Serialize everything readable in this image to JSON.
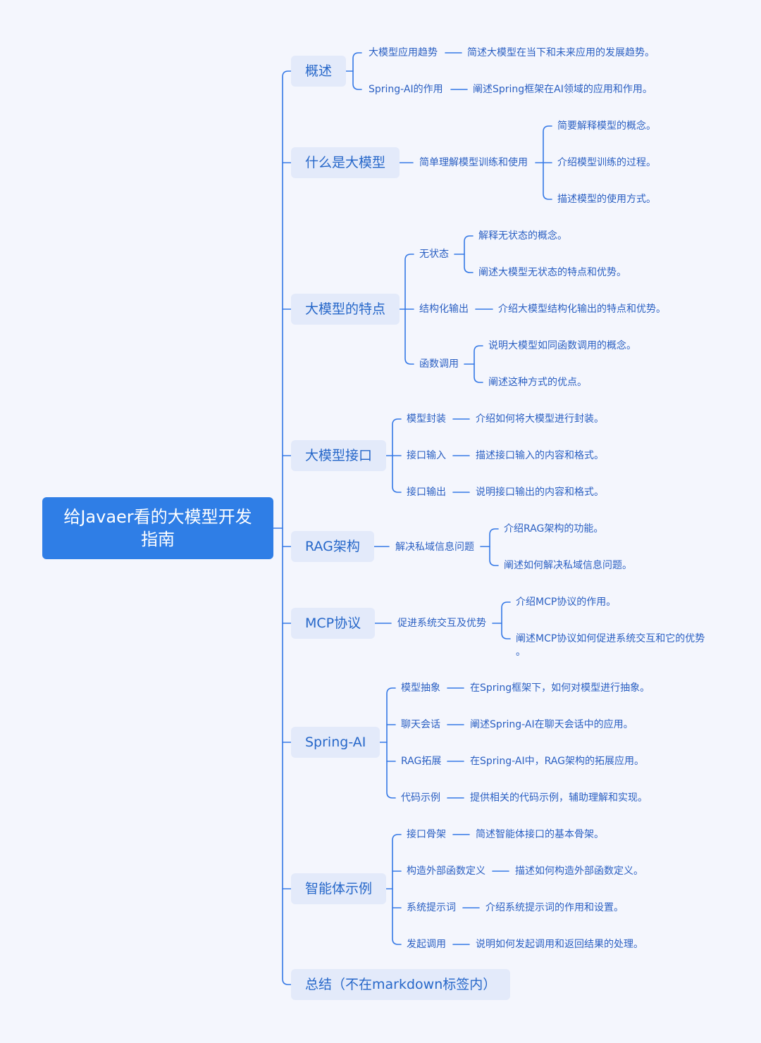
{
  "title": "给Javaer看的大模型开发指南",
  "colors": {
    "line": "#3478E6",
    "root_bg": "#2F7EE6",
    "branch_bg": "#E3EAFA",
    "text": "#2A5FC2",
    "background": "#F4F6FD"
  },
  "branches": [
    {
      "label": "概述",
      "children": [
        {
          "label": "大模型应用趋势",
          "children": [
            {
              "label": "简述大模型在当下和未来应用的发展趋势。"
            }
          ]
        },
        {
          "label": "Spring-AI的作用",
          "children": [
            {
              "label": "阐述Spring框架在AI领域的应用和作用。"
            }
          ]
        }
      ]
    },
    {
      "label": "什么是大模型",
      "children": [
        {
          "label": "简单理解模型训练和使用",
          "children": [
            {
              "label": "简要解释模型的概念。"
            },
            {
              "label": "介绍模型训练的过程。"
            },
            {
              "label": "描述模型的使用方式。"
            }
          ]
        }
      ]
    },
    {
      "label": "大模型的特点",
      "children": [
        {
          "label": "无状态",
          "children": [
            {
              "label": "解释无状态的概念。"
            },
            {
              "label": "阐述大模型无状态的特点和优势。"
            }
          ]
        },
        {
          "label": "结构化输出",
          "children": [
            {
              "label": "介绍大模型结构化输出的特点和优势。"
            }
          ]
        },
        {
          "label": "函数调用",
          "children": [
            {
              "label": "说明大模型如同函数调用的概念。"
            },
            {
              "label": "阐述这种方式的优点。"
            }
          ]
        }
      ]
    },
    {
      "label": "大模型接口",
      "children": [
        {
          "label": "模型封装",
          "children": [
            {
              "label": "介绍如何将大模型进行封装。"
            }
          ]
        },
        {
          "label": "接口输入",
          "children": [
            {
              "label": "描述接口输入的内容和格式。"
            }
          ]
        },
        {
          "label": "接口输出",
          "children": [
            {
              "label": "说明接口输出的内容和格式。"
            }
          ]
        }
      ]
    },
    {
      "label": "RAG架构",
      "children": [
        {
          "label": "解决私域信息问题",
          "children": [
            {
              "label": "介绍RAG架构的功能。"
            },
            {
              "label": "阐述如何解决私域信息问题。"
            }
          ]
        }
      ]
    },
    {
      "label": "MCP协议",
      "children": [
        {
          "label": "促进系统交互及优势",
          "children": [
            {
              "label": "介绍MCP协议的作用。"
            },
            {
              "label": "阐述MCP协议如何促进系统交互和它的优势",
              "label_line2": "。"
            }
          ]
        }
      ]
    },
    {
      "label": "Spring-AI",
      "children": [
        {
          "label": "模型抽象",
          "children": [
            {
              "label": "在Spring框架下，如何对模型进行抽象。"
            }
          ]
        },
        {
          "label": "聊天会话",
          "children": [
            {
              "label": "阐述Spring-AI在聊天会话中的应用。"
            }
          ]
        },
        {
          "label": "RAG拓展",
          "children": [
            {
              "label": "在Spring-AI中，RAG架构的拓展应用。"
            }
          ]
        },
        {
          "label": "代码示例",
          "children": [
            {
              "label": "提供相关的代码示例，辅助理解和实现。"
            }
          ]
        }
      ]
    },
    {
      "label": "智能体示例",
      "children": [
        {
          "label": "接口骨架",
          "children": [
            {
              "label": "简述智能体接口的基本骨架。"
            }
          ]
        },
        {
          "label": "构造外部函数定义",
          "children": [
            {
              "label": "描述如何构造外部函数定义。"
            }
          ]
        },
        {
          "label": "系统提示词",
          "children": [
            {
              "label": "介绍系统提示词的作用和设置。"
            }
          ]
        },
        {
          "label": "发起调用",
          "children": [
            {
              "label": "说明如何发起调用和返回结果的处理。"
            }
          ]
        }
      ]
    },
    {
      "label": "总结（不在markdown标签内）",
      "children": []
    }
  ]
}
